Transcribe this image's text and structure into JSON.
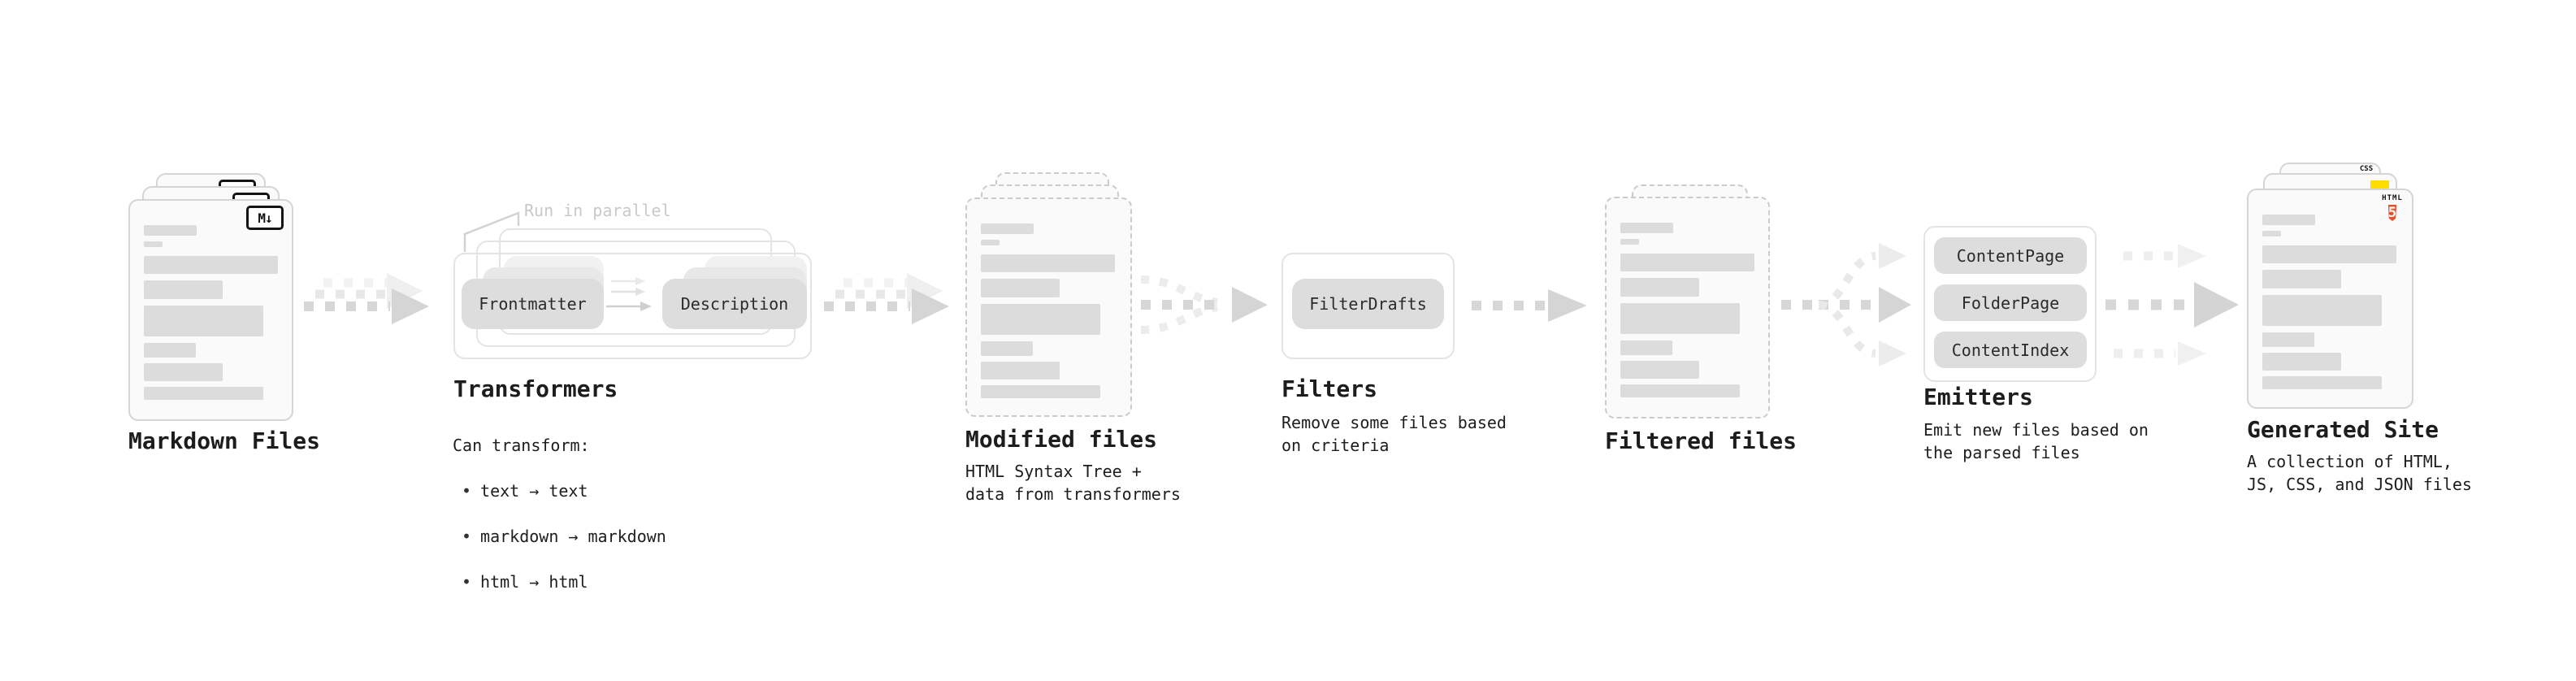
{
  "markdown_files": {
    "label": "Markdown Files",
    "badge": "M↓"
  },
  "transformers": {
    "label": "Transformers",
    "note": "Run in parallel",
    "pills": [
      "Frontmatter",
      "Description"
    ],
    "desc_title": "Can transform:",
    "bullet_char": "•",
    "bullets": [
      "text → text",
      "markdown → markdown",
      "html → html"
    ]
  },
  "modified_files": {
    "label": "Modified files",
    "desc": "HTML Syntax Tree +\ndata from transformers"
  },
  "filters": {
    "label": "Filters",
    "pill": "FilterDrafts",
    "desc": "Remove some files based\non criteria"
  },
  "filtered_files": {
    "label": "Filtered files"
  },
  "emitters": {
    "label": "Emitters",
    "pills": [
      "ContentPage",
      "FolderPage",
      "ContentIndex"
    ],
    "desc": "Emit new files based on\nthe parsed files"
  },
  "generated_site": {
    "label": "Generated Site",
    "desc": "A collection of HTML,\nJS, CSS, and JSON files",
    "css_badge": "CSS",
    "html_badge": "HTML",
    "html5_number": "5"
  },
  "colors": {
    "html5_orange": "#e8502b",
    "js_yellow": "#ffdd00",
    "css_blue": "#2563eb",
    "placeholder_gray": "#dcdcdc"
  }
}
